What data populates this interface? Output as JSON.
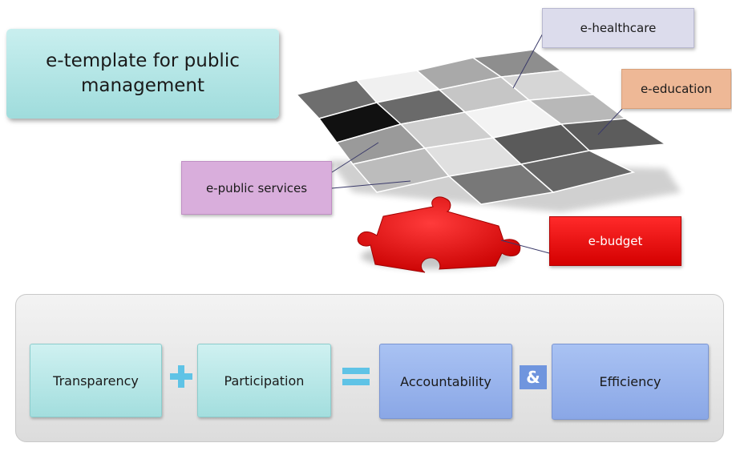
{
  "title": "e-template for public management",
  "labels": {
    "healthcare": "e-healthcare",
    "education": "e-education",
    "public_services": "e-public services",
    "budget": "e-budget"
  },
  "equation": {
    "term1": "Transparency",
    "plus_operator": "+",
    "term2": "Participation",
    "equals_operator": "=",
    "result1": "Accountability",
    "and_operator": "&",
    "result2": "Efficiency"
  },
  "colors": {
    "teal": "#a3dede",
    "lavender": "#dcdcec",
    "peach": "#eeb896",
    "purple": "#d9aedc",
    "red": "#e00000",
    "blue": "#8aa7e6",
    "operator": "#5fc3e6"
  }
}
